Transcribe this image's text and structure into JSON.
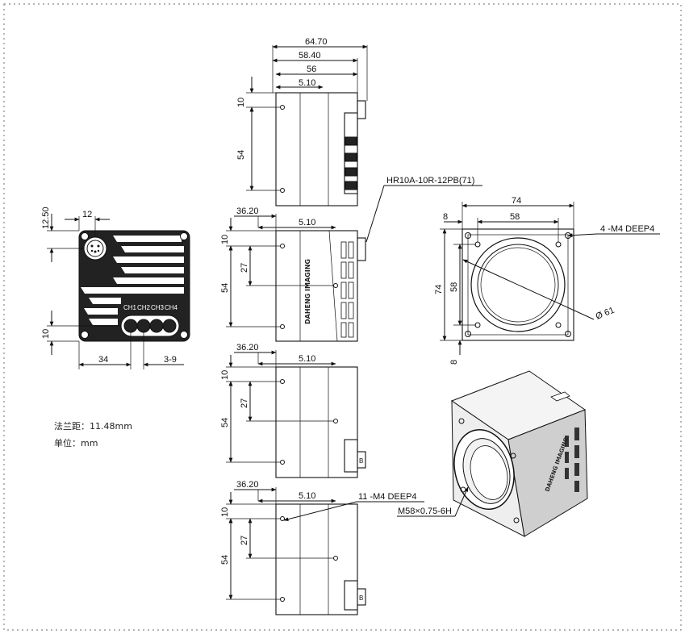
{
  "notes": {
    "flange": "法兰距：11.48mm",
    "unit": "单位：mm"
  },
  "top_view": {
    "dims": [
      "64.70",
      "58.40",
      "56",
      "5.10",
      "10",
      "54"
    ],
    "connector_label": "HR10A-10R-12PB(71)"
  },
  "back_view": {
    "dims": [
      "12.50",
      "12",
      "10",
      "34",
      "3-9"
    ],
    "channels": [
      "CH1",
      "CH2",
      "CH3",
      "CH4"
    ]
  },
  "front_view": {
    "dims": [
      "74",
      "58",
      "8",
      "74",
      "58",
      "8"
    ],
    "thread_hole_label": "4 -M4 DEEP4",
    "diameter_label": "Ø 61"
  },
  "side_view_1": {
    "dims": [
      "36.20",
      "5.10",
      "10",
      "27",
      "54"
    ]
  },
  "side_view_2": {
    "dims": [
      "36.20",
      "5.10",
      "10",
      "27",
      "54"
    ]
  },
  "side_view_3": {
    "dims": [
      "36.20",
      "5.10",
      "10",
      "27",
      "54"
    ],
    "thread_hole_label": "11 -M4 DEEP4"
  },
  "iso_view": {
    "thread_label": "M58×0.75-6H"
  },
  "brand_logo": "DAHENG IMAGING"
}
